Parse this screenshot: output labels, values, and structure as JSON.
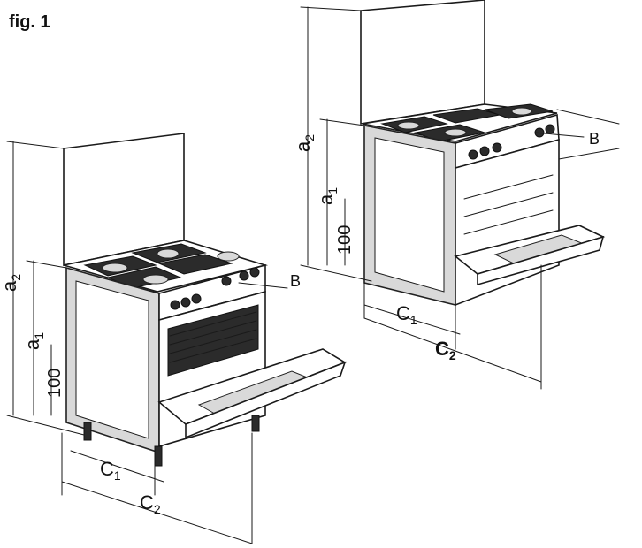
{
  "figure": {
    "title": "fig. 1"
  },
  "colors": {
    "ink": "#1a1a1a",
    "panel": "#d9d9d9",
    "dark_part": "#2b2b2b",
    "background": "#ffffff"
  },
  "left_cooker": {
    "labels": {
      "a2": "a",
      "a2_sub": "2",
      "a1": "a",
      "a1_sub": "1",
      "height_100": "100",
      "c1": "C",
      "c1_sub": "1",
      "c2": "C",
      "c2_sub": "2",
      "b": "B"
    }
  },
  "right_cooker": {
    "labels": {
      "a2": "a",
      "a2_sub": "2",
      "a1": "a",
      "a1_sub": "1",
      "height_100": "100",
      "c1": "C",
      "c1_sub": "1",
      "c2": "C",
      "c2_sub": "2",
      "b": "B"
    }
  }
}
